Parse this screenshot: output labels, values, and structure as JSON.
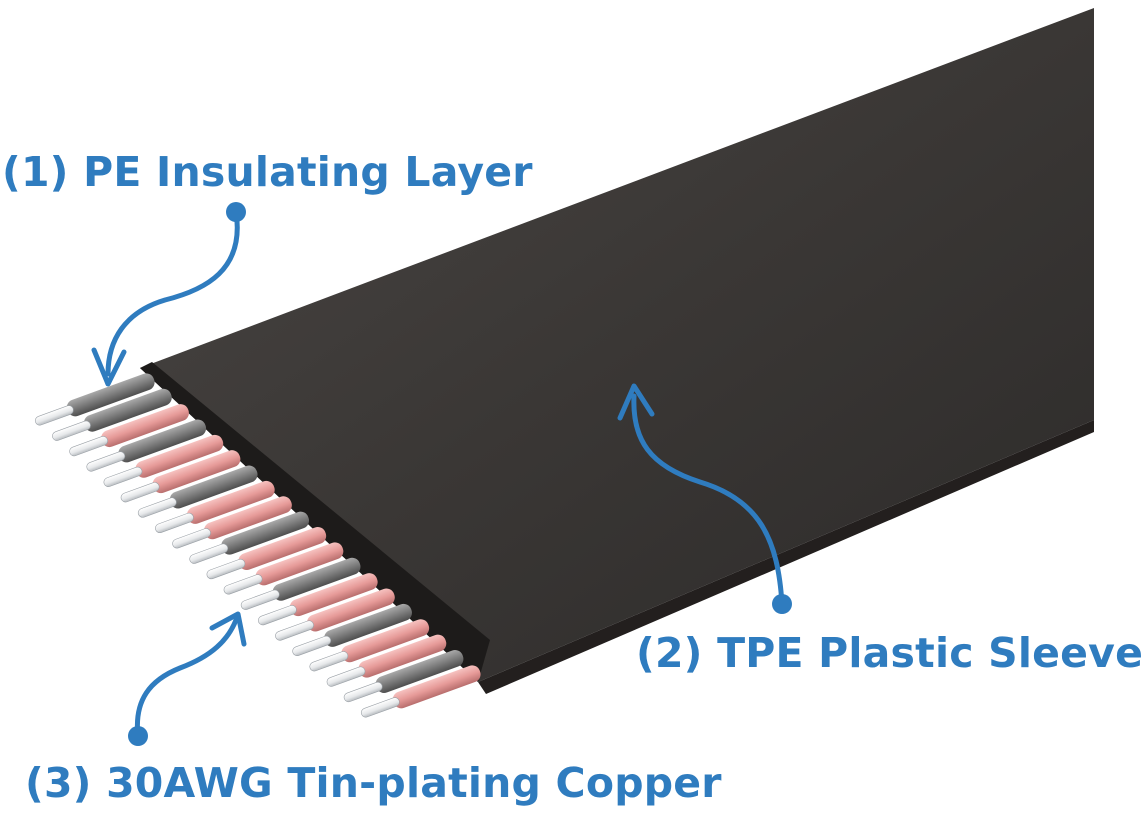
{
  "labels": {
    "pe_insulating_layer": "(1) PE Insulating Layer",
    "tpe_plastic_sleeve": "(2) TPE Plastic Sleeve",
    "tin_plating_copper": "(3) 30AWG Tin-plating Copper"
  },
  "colors": {
    "accent": "#2f7cbf",
    "sleeve": "#3a3837",
    "sleeve_edge": "#2a2726",
    "insulation_pink": "#e9a3a3",
    "insulation_gray": "#8a8a8a",
    "copper": "#f1f3f5"
  },
  "conductor_count": 20
}
